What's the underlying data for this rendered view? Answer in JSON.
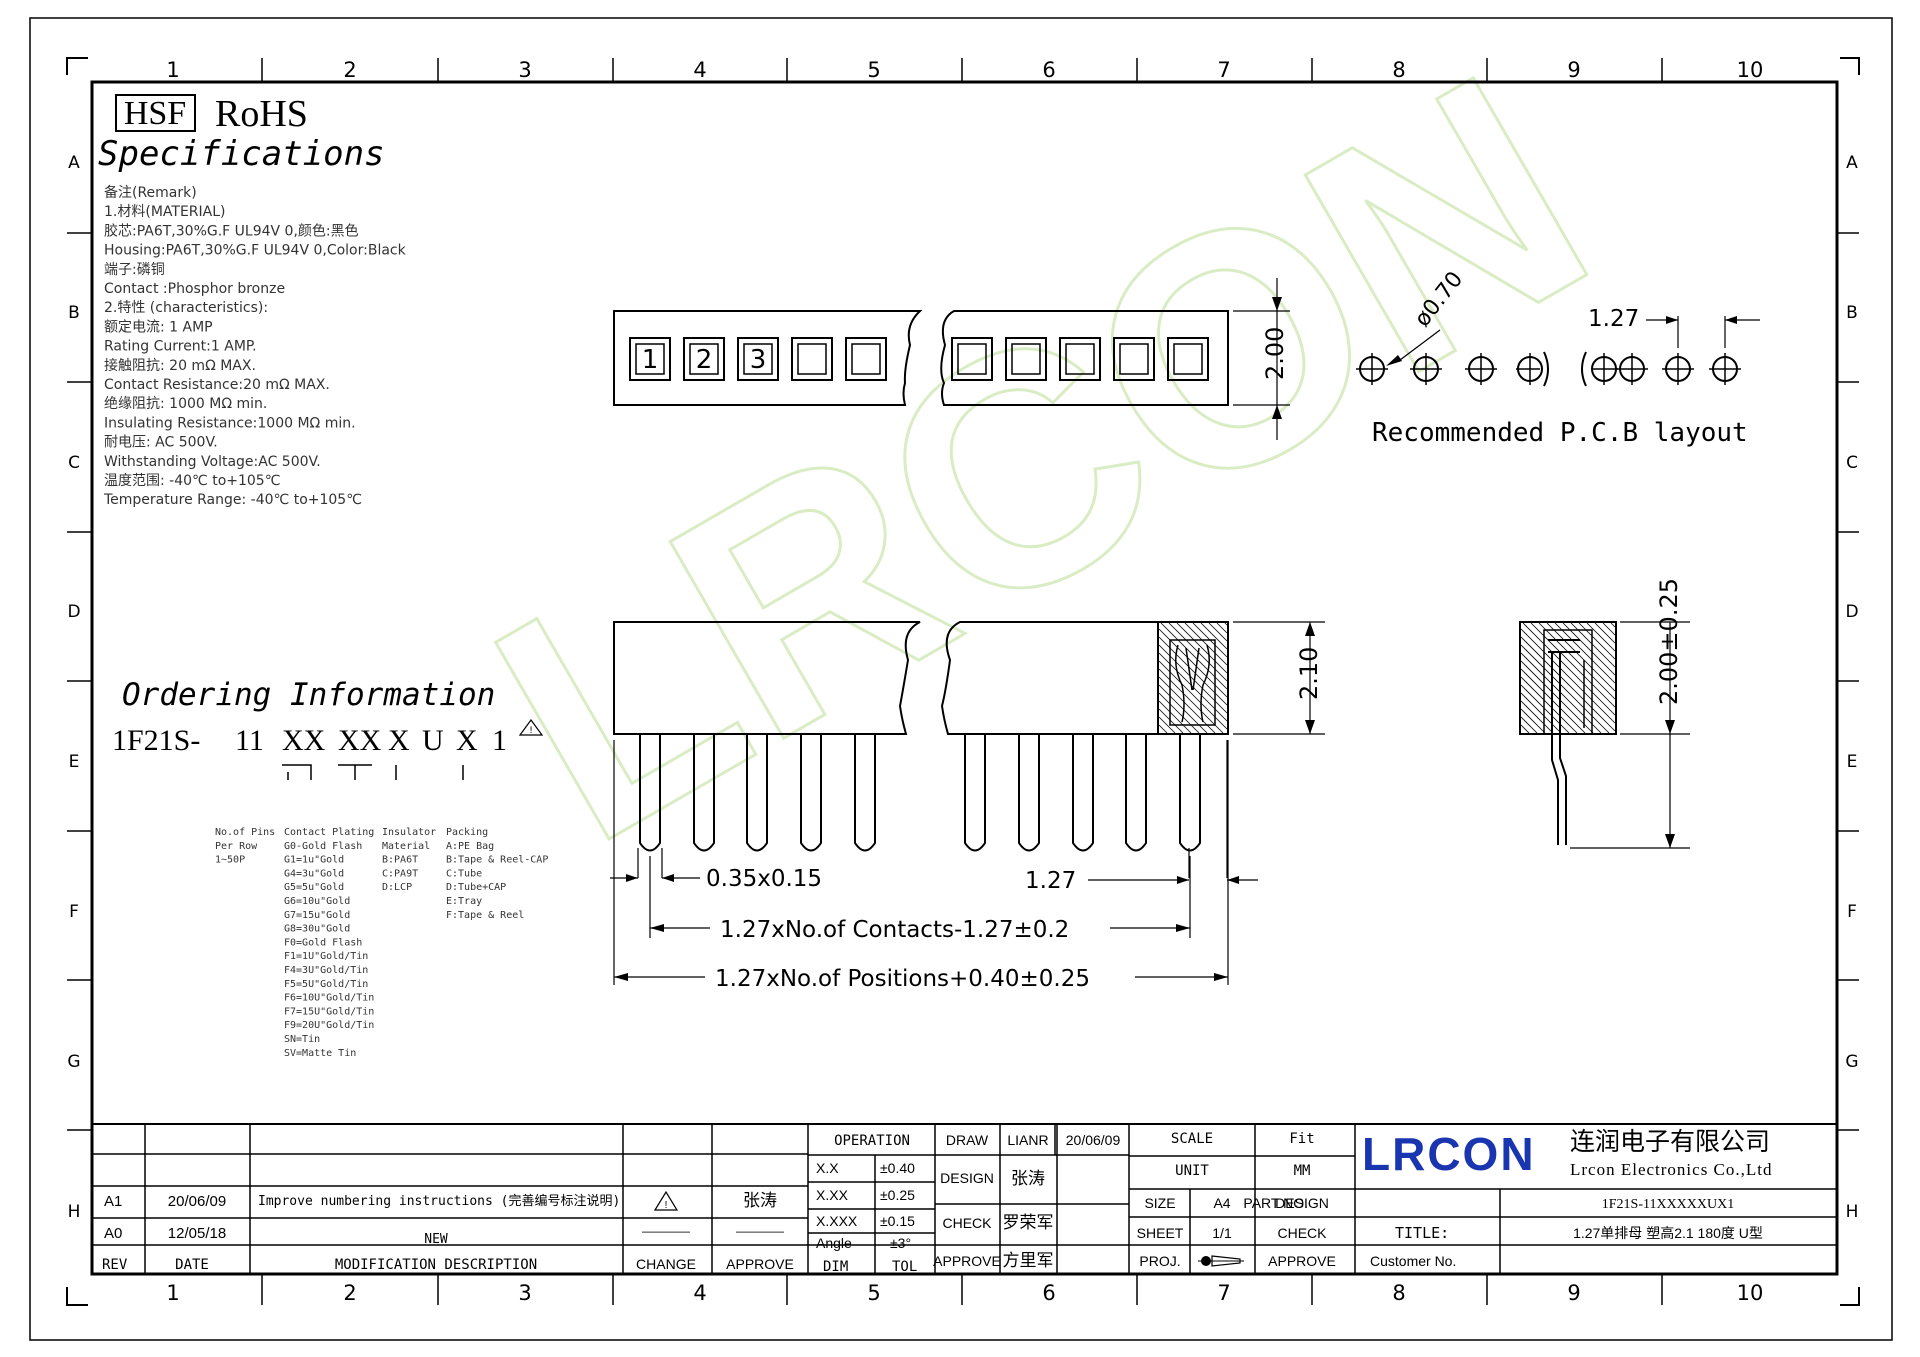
{
  "border": {
    "columns": [
      "1",
      "2",
      "3",
      "4",
      "5",
      "6",
      "7",
      "8",
      "9",
      "10"
    ],
    "rows": [
      "A",
      "B",
      "C",
      "D",
      "E",
      "F",
      "G",
      "H"
    ]
  },
  "header": {
    "hsf": "HSF",
    "rohs": "RoHS",
    "spec_title": "Specifications"
  },
  "remarks": [
    "备注(Remark)",
    "1.材料(MATERIAL)",
    "胶芯:PA6T,30%G.F UL94V 0,颜色:黑色",
    "Housing:PA6T,30%G.F UL94V 0,Color:Black",
    "端子:磷铜",
    "Contact :Phosphor bronze",
    "2.特性 (characteristics):",
    "额定电流: 1 AMP",
    "Rating Current:1 AMP.",
    "接触阻抗: 20 mΩ MAX.",
    "Contact Resistance:20 mΩ MAX.",
    "绝缘阻抗: 1000 MΩ min.",
    "Insulating Resistance:1000 MΩ  min.",
    "耐电压: AC 500V.",
    "Withstanding Voltage:AC 500V.",
    "温度范围: -40℃ to+105℃",
    "Temperature Range: -40℃ to+105℃"
  ],
  "top_view": {
    "pin_numbers": [
      "1",
      "2",
      "3"
    ],
    "height_label": "2.00"
  },
  "pcb_layout": {
    "diameter_label": "ø0.70",
    "pitch_label": "1.27",
    "caption": "Recommended P.C.B layout"
  },
  "front_view": {
    "height_label": "2.10",
    "pin_width_label": "0.35x0.15",
    "pitch_label": "1.27",
    "contacts_formula": "1.27xNo.of Contacts-1.27±0.2",
    "positions_formula": "1.27xNo.of Positions+0.40±0.25"
  },
  "side_view": {
    "height_label": "2.00±0.25"
  },
  "ordering": {
    "title": "Ordering Information",
    "code_parts": [
      "1F21S-",
      "11",
      "XX",
      "XX",
      "X",
      "U",
      "X",
      "1"
    ],
    "legend_groups": [
      {
        "lines": [
          "No.of Pins",
          "Per Row",
          "1~50P"
        ]
      },
      {
        "lines": [
          "Contact Plating",
          "G0-Gold Flash",
          "G1=1u\"Gold",
          "G4=3u\"Gold",
          "G5=5u\"Gold",
          "G6=10u\"Gold",
          "G7=15u\"Gold",
          "G8=30u\"Gold",
          "F0=Gold Flash",
          "F1=1U\"Gold/Tin",
          "F4=3U\"Gold/Tin",
          "F5=5U\"Gold/Tin",
          "F6=10U\"Gold/Tin",
          "F7=15U\"Gold/Tin",
          "F9=20U\"Gold/Tin",
          "SN=Tin",
          "SV=Matte Tin"
        ]
      },
      {
        "lines": [
          "Insulator",
          "Material",
          "B:PA6T",
          "C:PA9T",
          "D:LCP"
        ]
      },
      {
        "lines": [
          "Packing",
          "A:PE Bag",
          "B:Tape & Reel-CAP",
          "C:Tube",
          "D:Tube+CAP",
          "E:Tray",
          "F:Tape & Reel"
        ]
      }
    ]
  },
  "revision_block": {
    "rows": [
      {
        "rev": "A1",
        "date": "20/06/09",
        "desc": "Improve numbering instructions (完善编号标注说明)",
        "change": "⚠",
        "approve": "张涛"
      },
      {
        "rev": "A0",
        "date": "12/05/18",
        "desc": "NEW",
        "change": "————",
        "approve": "————"
      }
    ],
    "headers": {
      "rev": "REV",
      "date": "DATE",
      "desc": "MODIFICATION DESCRIPTION",
      "change": "CHANGE",
      "approve": "APPROVE"
    }
  },
  "tolerance_block": {
    "title": "OPERATION",
    "rows": [
      {
        "dim": "X.X",
        "tol": "±0.40"
      },
      {
        "dim": "X.XX",
        "tol": "±0.25"
      },
      {
        "dim": "X.XXX",
        "tol": "±0.15"
      },
      {
        "dim": "Angle",
        "tol": "±3°"
      }
    ],
    "footer": {
      "dim": "DIM",
      "tol": "TOL"
    }
  },
  "signoff_block": {
    "draw_label": "DRAW",
    "draw_name": "LIANR",
    "draw_date": "20/06/09",
    "design_label": "DESIGN",
    "design_name": "张涛",
    "check_label": "CHECK",
    "check_name": "罗荣军",
    "approve_label": "APPROVE",
    "approve_name": "方里军"
  },
  "info_block": {
    "scale_label": "SCALE",
    "scale_value": "Fit",
    "unit_label": "UNIT",
    "unit_value": "MM",
    "size_label": "SIZE",
    "size_value": "A4",
    "sheet_label": "SHEET",
    "sheet_value": "1/1",
    "proj_label": "PROJ.",
    "design_label": "DESIGN",
    "check_label": "CHECK",
    "approve_label": "APPROVE"
  },
  "company_block": {
    "logo": "LRCON",
    "name_cn": "连润电子有限公司",
    "name_en": "Lrcon Electronics Co.,Ltd",
    "part_no_label": "PART NO.",
    "part_no_value": "1F21S-11XXXXXUX1",
    "title_label": "TITLE:",
    "title_value": "1.27单排母 塑高2.1  180度 U型",
    "customer_label": "Customer No."
  },
  "watermark": "LRCON",
  "colors": {
    "watermark": "#d9ecc4",
    "logo": "#1a35b0"
  }
}
